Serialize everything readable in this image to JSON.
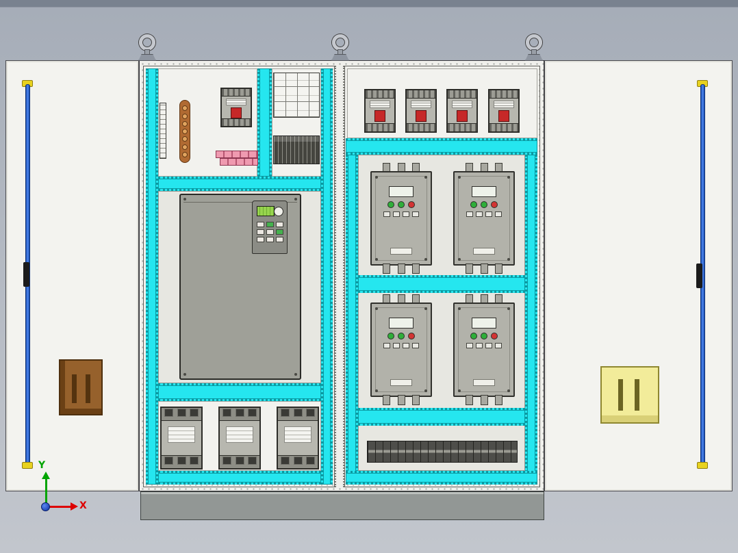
{
  "view": {
    "axis_triad": {
      "x_label": "X",
      "y_label": "Y"
    }
  },
  "cabinet": {
    "bays": 2,
    "lifting_eyes": 3,
    "left_bay": {
      "molded_case_breakers": 1,
      "vfd_units": 1,
      "contactors": 3,
      "mini_breaker_rows": 3
    },
    "right_bay": {
      "molded_case_breakers": 4,
      "soft_starters": 4,
      "terminal_strips": 1
    }
  },
  "colors": {
    "wire_duct_cyan": "#25e6ef",
    "mounting_panel": "#e7e7e1",
    "device_gray": "#b2b2aa",
    "breaker_toggle_red": "#c62828",
    "copper_busbar": "#b06a32",
    "pink_terminals": "#ef9ab0",
    "door_rod_blue": "#2e6ae0",
    "rod_cap_yellow": "#e8d21f",
    "left_door_box_brown": "#96612c",
    "right_door_box_yellow": "#f2ec9a",
    "plinth_gray": "#929795",
    "axis_x_red": "#dd0000",
    "axis_y_green": "#00a400",
    "origin_blue": "#1546d6"
  }
}
